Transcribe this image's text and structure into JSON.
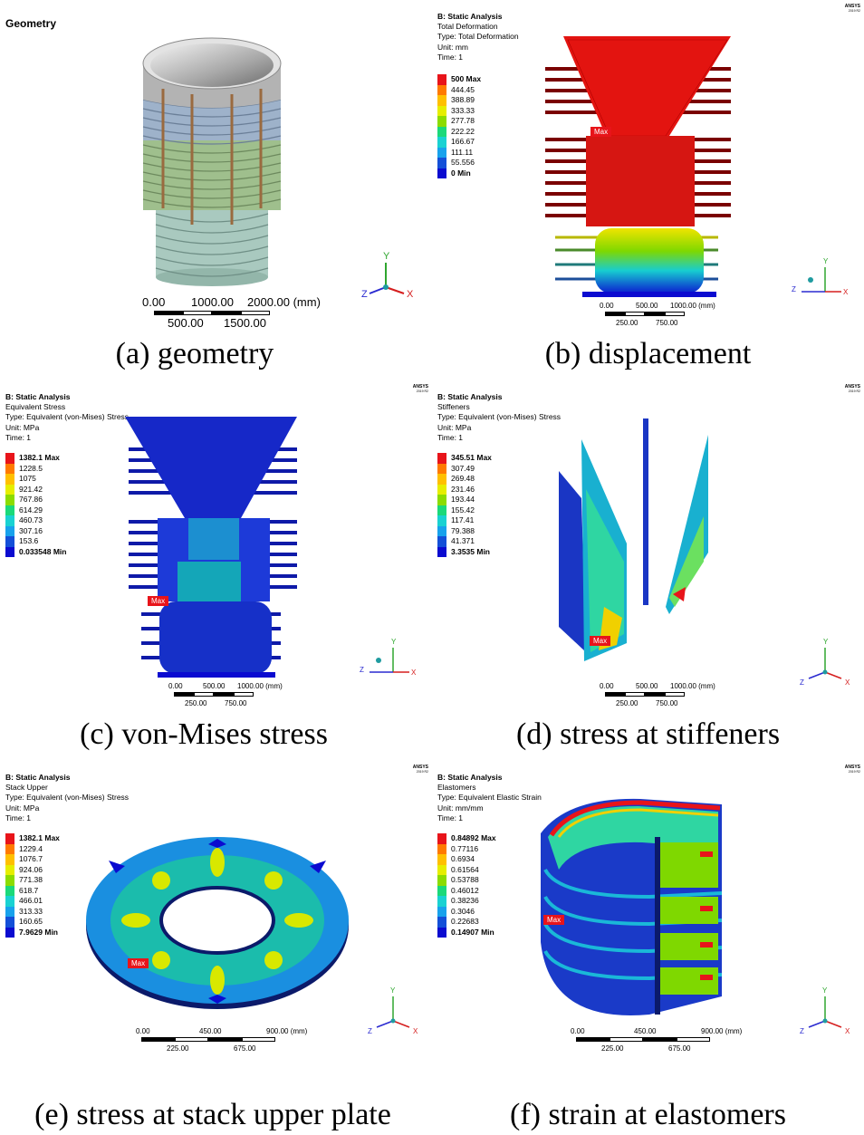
{
  "panels": {
    "a": {
      "title": "Geometry",
      "caption": "(a) geometry",
      "scale": {
        "top": [
          "0.00",
          "1000.00",
          "2000.00 (mm)"
        ],
        "bottom": [
          "500.00",
          "1500.00"
        ]
      },
      "axes": {
        "y": "Y",
        "x": "X",
        "z": "Z"
      }
    },
    "b": {
      "analysis": "B: Static Analysis",
      "lines": [
        "Total Deformation",
        "Type: Total Deformation",
        "Unit: mm",
        "Time: 1"
      ],
      "legend": [
        "500 Max",
        "444.45",
        "388.89",
        "333.33",
        "277.78",
        "222.22",
        "166.67",
        "111.11",
        "55.556",
        "0 Min"
      ],
      "max_label": "Max",
      "caption": "(b) displacement",
      "scale": {
        "top": [
          "0.00",
          "500.00",
          "1000.00 (mm)"
        ],
        "bottom": [
          "250.00",
          "750.00"
        ]
      },
      "axes": {
        "y": "Y",
        "x": "X",
        "z": "Z"
      }
    },
    "c": {
      "analysis": "B: Static Analysis",
      "lines": [
        "Equivalent Stress",
        "Type: Equivalent (von-Mises) Stress",
        "Unit: MPa",
        "Time: 1"
      ],
      "legend": [
        "1382.1 Max",
        "1228.5",
        "1075",
        "921.42",
        "767.86",
        "614.29",
        "460.73",
        "307.16",
        "153.6",
        "0.033548 Min"
      ],
      "max_label": "Max",
      "caption": "(c) von-Mises stress",
      "scale": {
        "top": [
          "0.00",
          "500.00",
          "1000.00 (mm)"
        ],
        "bottom": [
          "250.00",
          "750.00"
        ]
      },
      "axes": {
        "y": "Y",
        "x": "X",
        "z": "Z"
      }
    },
    "d": {
      "analysis": "B: Static Analysis",
      "lines": [
        "Stiffeners",
        "Type: Equivalent (von-Mises) Stress",
        "Unit: MPa",
        "Time: 1"
      ],
      "legend": [
        "345.51 Max",
        "307.49",
        "269.48",
        "231.46",
        "193.44",
        "155.42",
        "117.41",
        "79.388",
        "41.371",
        "3.3535 Min"
      ],
      "max_label": "Max",
      "caption": "(d) stress at stiffeners",
      "scale": {
        "top": [
          "0.00",
          "500.00",
          "1000.00 (mm)"
        ],
        "bottom": [
          "250.00",
          "750.00"
        ]
      },
      "axes": {
        "y": "Y",
        "x": "X",
        "z": "Z"
      }
    },
    "e": {
      "analysis": "B: Static Analysis",
      "lines": [
        "Stack Upper",
        "Type: Equivalent (von-Mises) Stress",
        "Unit: MPa",
        "Time: 1"
      ],
      "legend": [
        "1382.1 Max",
        "1229.4",
        "1076.7",
        "924.06",
        "771.38",
        "618.7",
        "466.01",
        "313.33",
        "160.65",
        "7.9629 Min"
      ],
      "max_label": "Max",
      "caption": "(e) stress at stack upper plate",
      "scale": {
        "top": [
          "0.00",
          "450.00",
          "900.00 (mm)"
        ],
        "bottom": [
          "225.00",
          "675.00"
        ]
      },
      "axes": {
        "y": "Y",
        "x": "X",
        "z": "Z"
      }
    },
    "f": {
      "analysis": "B: Static Analysis",
      "lines": [
        "Elastomers",
        "Type: Equivalent Elastic Strain",
        "Unit: mm/mm",
        "Time: 1"
      ],
      "legend": [
        "0.84892 Max",
        "0.77116",
        "0.6934",
        "0.61564",
        "0.53788",
        "0.46012",
        "0.38236",
        "0.3046",
        "0.22683",
        "0.14907 Min"
      ],
      "max_label": "Max",
      "caption": "(f) strain at elastomers",
      "scale": {
        "top": [
          "0.00",
          "450.00",
          "900.00 (mm)"
        ],
        "bottom": [
          "225.00",
          "675.00"
        ]
      },
      "axes": {
        "y": "Y",
        "x": "X",
        "z": "Z"
      }
    }
  },
  "ansys_logo": {
    "name": "ANSYS",
    "version": "2019 R2"
  },
  "legend_colors": [
    "#e8141a",
    "#ff7a00",
    "#ffc000",
    "#e6ee00",
    "#8cdc00",
    "#1bd97a",
    "#19d2d2",
    "#18a2ec",
    "#1450d8",
    "#0b0bd0"
  ]
}
